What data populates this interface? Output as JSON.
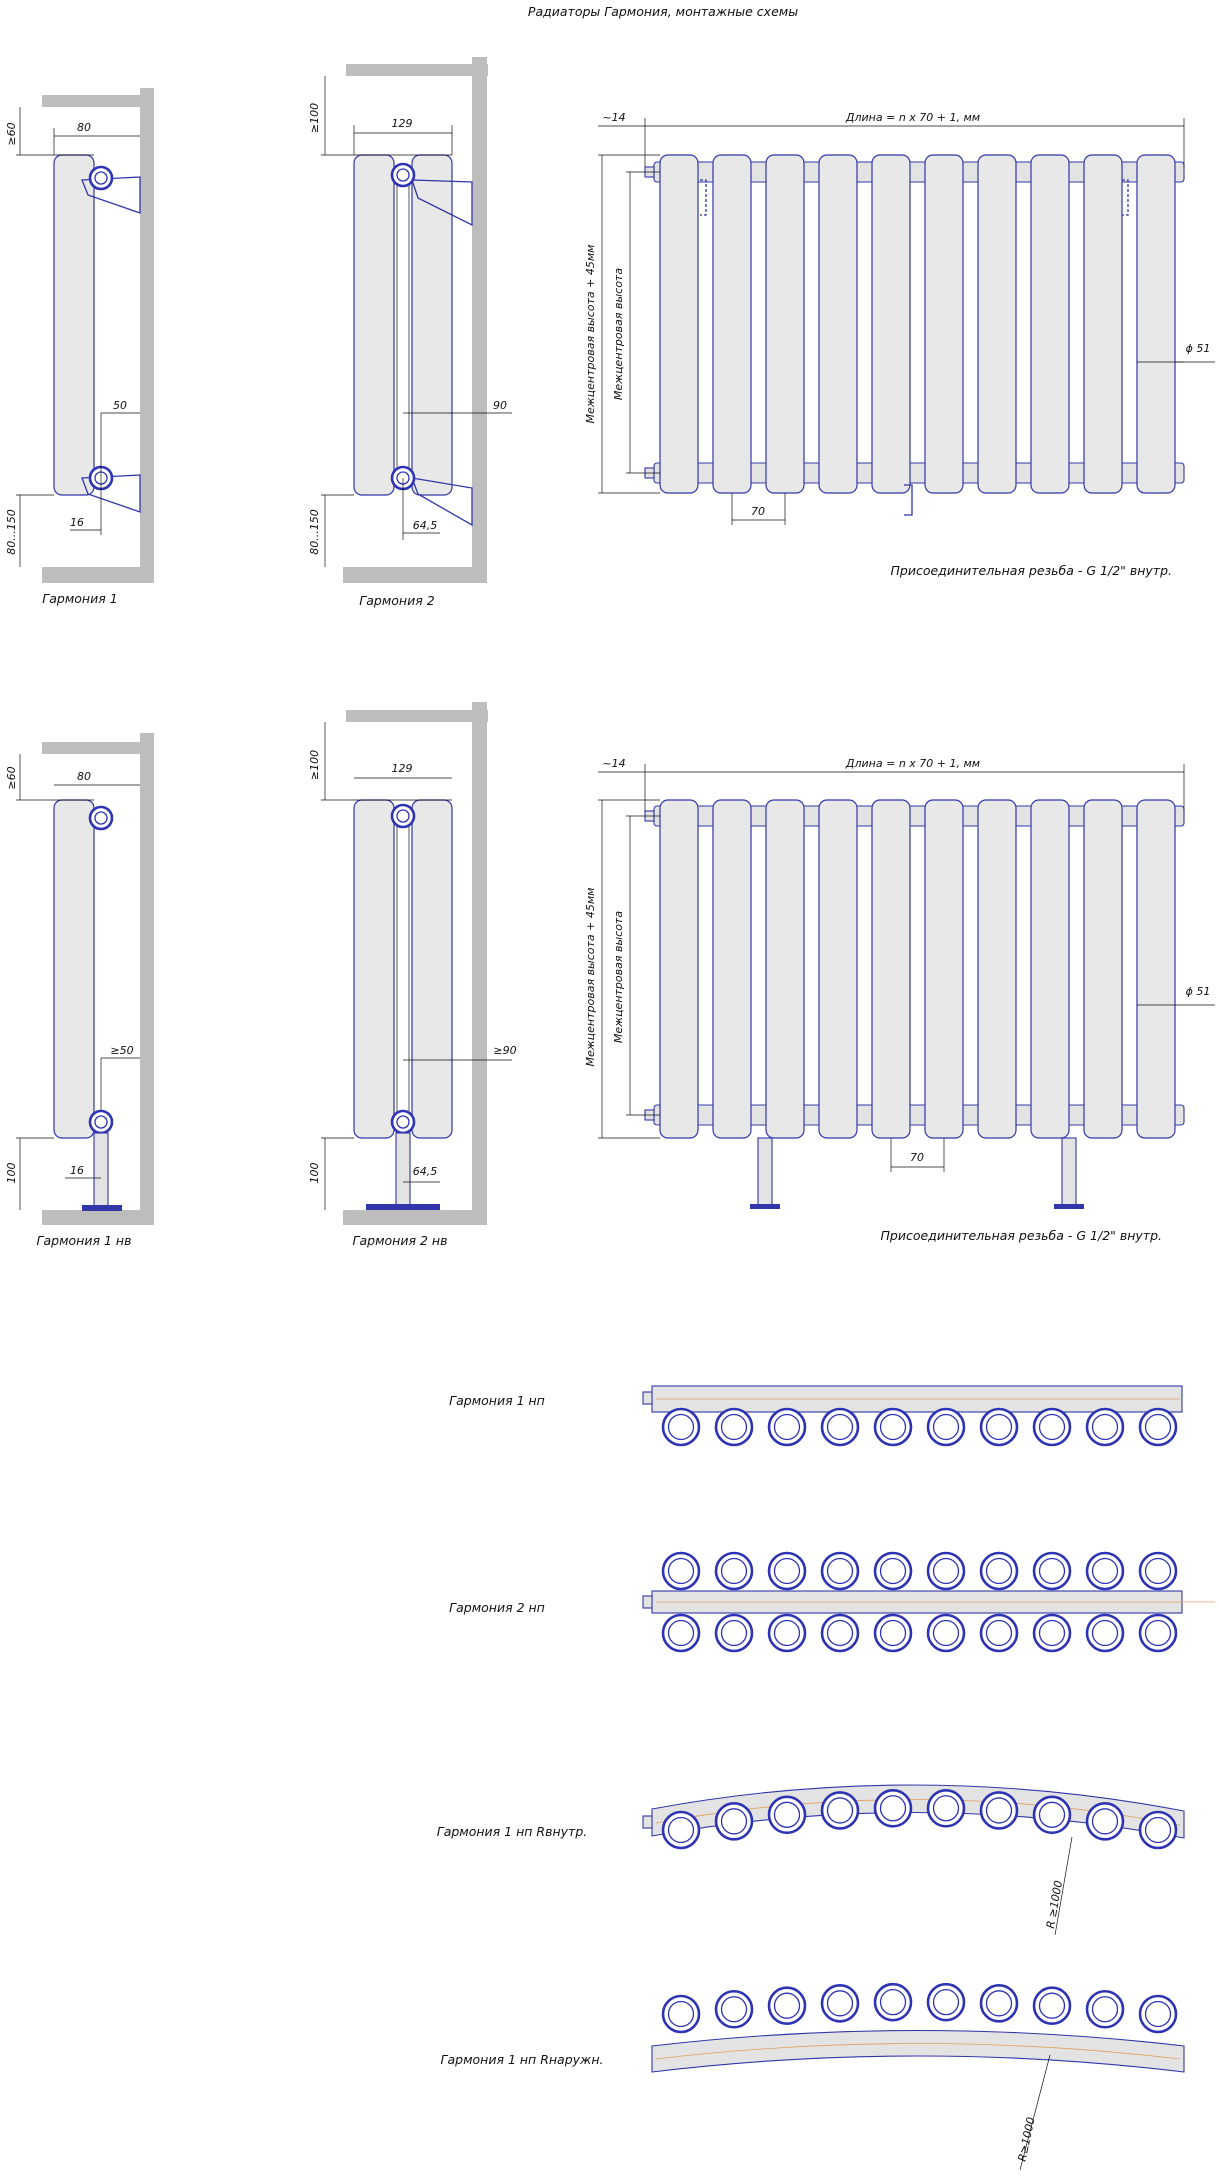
{
  "title": "Радиаторы Гармония, монтажные схемы",
  "side_views": [
    {
      "name": "Гармония 1",
      "dims": {
        "top": "≥60",
        "width": "80",
        "clearance": "50",
        "pipe": "16",
        "bottom": "80...150"
      }
    },
    {
      "name": "Гармония 2",
      "dims": {
        "top": "≥100",
        "width": "129",
        "clearance": "90",
        "pipe": "64,5",
        "bottom": "80...150"
      }
    },
    {
      "name": "Гармония 1 нв",
      "dims": {
        "top": "≥60",
        "width": "80",
        "clearance": "≥50",
        "pipe": "16",
        "bottom": "100"
      }
    },
    {
      "name": "Гармония 2 нв",
      "dims": {
        "top": "≥100",
        "width": "129",
        "clearance": "≥90",
        "pipe": "64,5",
        "bottom": "100"
      }
    }
  ],
  "front_view": {
    "offset": "~14",
    "length": "Длина = n x 70 + 1, мм",
    "height_outer": "Межцентровая высота + 45мм",
    "height_inner": "Межцентровая высота",
    "diameter": "ϕ 51",
    "pitch": "70",
    "thread": "Присоединительная резьба - G 1/2\" внутр."
  },
  "plan_views": [
    {
      "name": "Гармония 1 нп"
    },
    {
      "name": "Гармония 2 нп"
    },
    {
      "name": "Гармония 1 нп Rвнутр.",
      "radius": "R ≥1000"
    },
    {
      "name": "Гармония 1 нп Rнаружн.",
      "radius": "R≥1000"
    }
  ]
}
